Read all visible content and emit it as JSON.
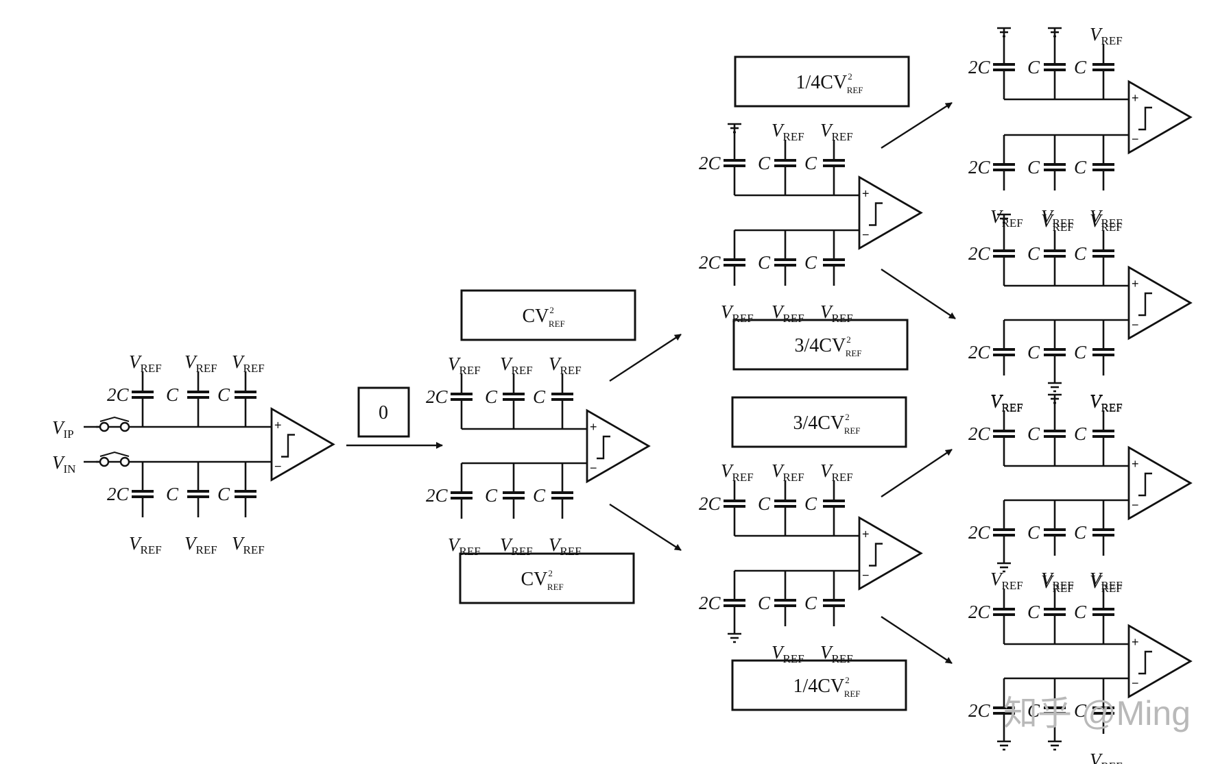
{
  "labels": {
    "vref": "V",
    "vref_sub": "REF",
    "vip": "V",
    "vip_sub": "IP",
    "vin": "V",
    "vin_sub": "IN",
    "cap_2c": "2C",
    "cap_c": "C",
    "plus": "+",
    "minus": "−"
  },
  "energy_boxes": {
    "first_step": "0",
    "cv_prefix": "CV",
    "quarter_prefix": "1/4CV",
    "three_quarter_prefix": "3/4CV",
    "superscript": "2",
    "subscript": "REF"
  },
  "watermark": "知乎 @Ming",
  "colors": {
    "ink": "#111111",
    "watermark": "#b9b9b9",
    "background": "#ffffff"
  }
}
